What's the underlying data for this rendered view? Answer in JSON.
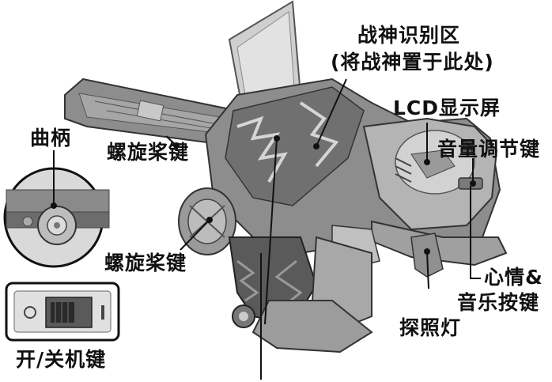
{
  "labels": {
    "recognition_zone": "战神识别区",
    "recognition_zone_hint": "(将战神置于此处)",
    "lcd": "LCD显示屏",
    "volume": "音量调节键",
    "crank": "曲柄",
    "propeller_top": "螺旋桨键",
    "propeller_mid": "螺旋桨键",
    "mood_music_line1": "心情&",
    "mood_music_line2": "音乐按键",
    "searchlight": "探照灯",
    "power_switch": "开/关机键"
  },
  "colors": {
    "body_gray": "#8d8d8d",
    "body_light": "#c9c9c9",
    "body_dark": "#4a4a4a",
    "line": "#111111"
  },
  "icons": {
    "toy": "dinosaur-helicopter-toy",
    "crank_inset": "crank-wheel-icon",
    "switch_inset": "power-switch-icon"
  }
}
